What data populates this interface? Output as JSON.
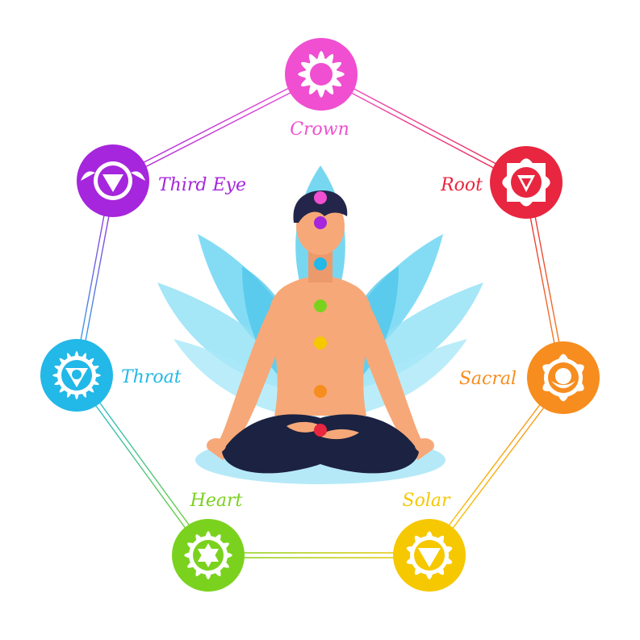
{
  "diagram": {
    "chakras": [
      {
        "id": "crown",
        "label": "Crown",
        "color": "#ef4fd0",
        "icon": "crown-lotus-icon"
      },
      {
        "id": "root",
        "label": "Root",
        "color": "#e8263f",
        "icon": "root-square-triangle-icon"
      },
      {
        "id": "sacral",
        "label": "Sacral",
        "color": "#f78d1e",
        "icon": "sacral-crescent-icon"
      },
      {
        "id": "solar",
        "label": "Solar",
        "color": "#f6c800",
        "icon": "solar-triangle-icon"
      },
      {
        "id": "heart",
        "label": "Heart",
        "color": "#7bd21e",
        "icon": "heart-hexagram-icon"
      },
      {
        "id": "throat",
        "label": "Throat",
        "color": "#22b8e8",
        "icon": "throat-circle-triangle-icon"
      },
      {
        "id": "third-eye",
        "label": "Third Eye",
        "color": "#a526dc",
        "icon": "third-eye-triangle-icon"
      }
    ],
    "figure": {
      "lotus_color": "#6ed6f2",
      "skin_color": "#f7a878",
      "hair_color": "#23264a",
      "pants_color": "#1c2241",
      "mat_color": "#b6e9f8",
      "body_points": [
        "#ef4fd0",
        "#a526dc",
        "#22b8e8",
        "#7bd21e",
        "#f6c800",
        "#f78d1e",
        "#e8263f"
      ]
    }
  }
}
